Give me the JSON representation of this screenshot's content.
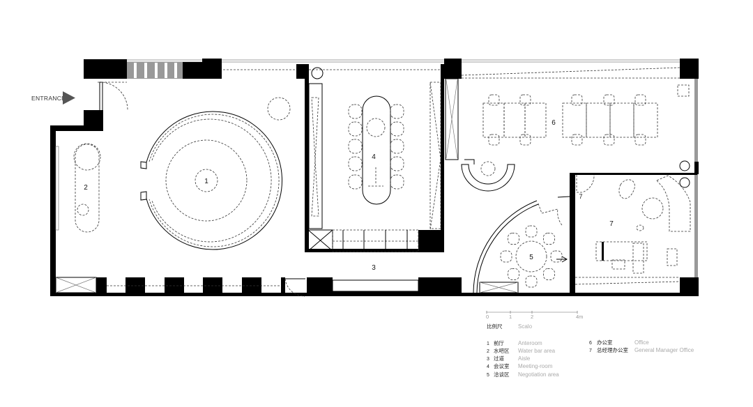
{
  "entrance_label": "ENTRANCE",
  "rooms": [
    {
      "number": "1",
      "cn": "前厅",
      "en": "Anteroom"
    },
    {
      "number": "2",
      "cn": "水吧区",
      "en": "Water bar area"
    },
    {
      "number": "3",
      "cn": "过道",
      "en": "Aisle"
    },
    {
      "number": "4",
      "cn": "会议室",
      "en": "Meeting-room"
    },
    {
      "number": "5",
      "cn": "洽谈区",
      "en": "Negotiation  area"
    },
    {
      "number": "6",
      "cn": "办公室",
      "en": "Office"
    },
    {
      "number": "7",
      "cn": "总经理办公室",
      "en": "General Manager Office"
    }
  ],
  "door_label_7": "7",
  "scale": {
    "title_cn": "比例尺",
    "title_en": "Scalo",
    "ticks": [
      "0",
      "1",
      "2",
      "4m"
    ]
  },
  "colors": {
    "wall": "#000000",
    "legend_en": "#aaaaaa"
  }
}
